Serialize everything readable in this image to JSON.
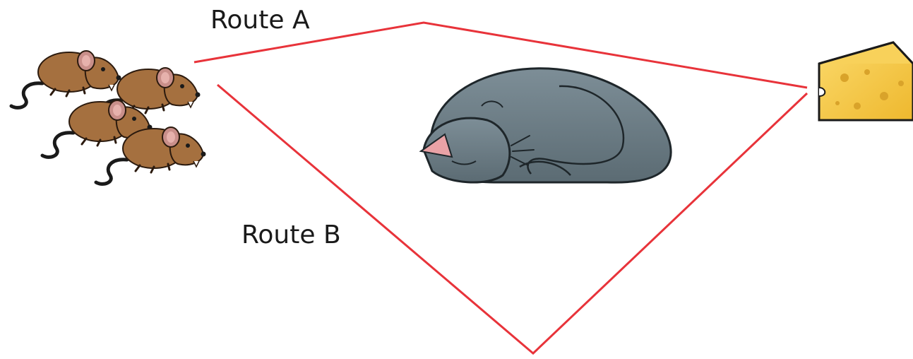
{
  "routes": [
    {
      "label": "Route A",
      "color": "#e8333a"
    },
    {
      "label": "Route B",
      "color": "#e8333a"
    }
  ],
  "objects": [
    {
      "name": "mice-group",
      "count": 4,
      "color": "#a5703f"
    },
    {
      "name": "sleeping-cat",
      "color": "#6e7f88"
    },
    {
      "name": "cheese",
      "color": "#f5c643"
    }
  ]
}
